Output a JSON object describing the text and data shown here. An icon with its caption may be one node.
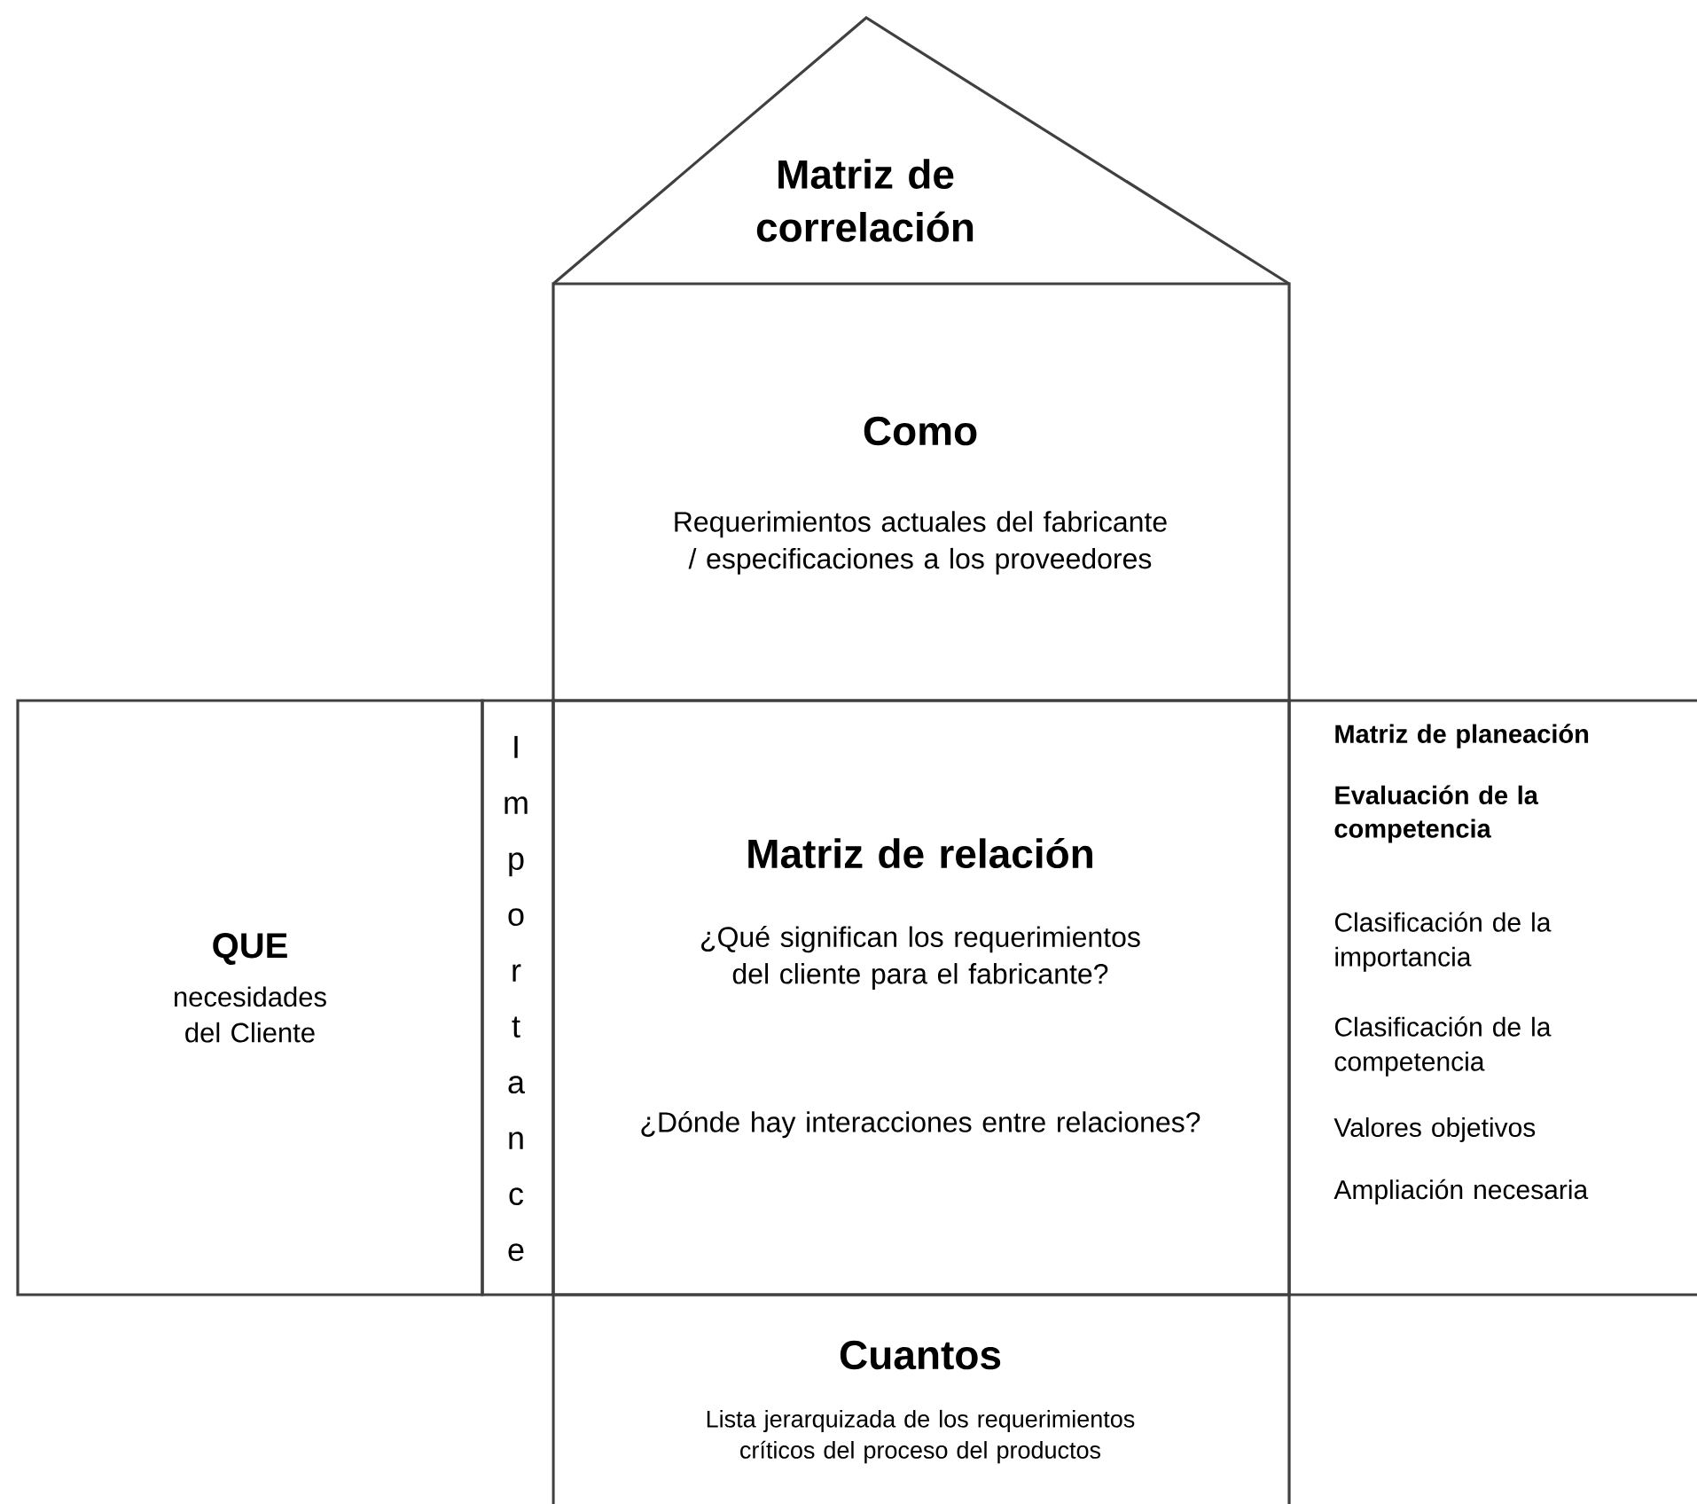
{
  "diagram": {
    "nodes": [
      {
        "text": [
          "Matriz de correlación"
        ]
      },
      {
        "text": [
          "Como",
          "Requerimientos actuales del fabricante / especificaciones a los proveedores"
        ]
      },
      {
        "text": [
          "QUE",
          "necesidades del Cliente"
        ]
      },
      {
        "text": [
          "Importance"
        ]
      },
      {
        "text": [
          "Matriz de relación",
          "¿Qué significan los requerimientos del cliente para el fabricante?",
          "¿Dónde hay interacciones entre relaciones?"
        ]
      },
      {
        "text": [
          "Matriz de planeación",
          "Evaluación de la competencia",
          "Clasificación de la importancia",
          "Clasificación de la competencia",
          "Valores objetivos",
          "Ampliación necesaria"
        ]
      },
      {
        "text": [
          "Cuantos",
          "Lista jerarquizada de los requerimientos críticos del proceso del productos"
        ]
      }
    ]
  }
}
